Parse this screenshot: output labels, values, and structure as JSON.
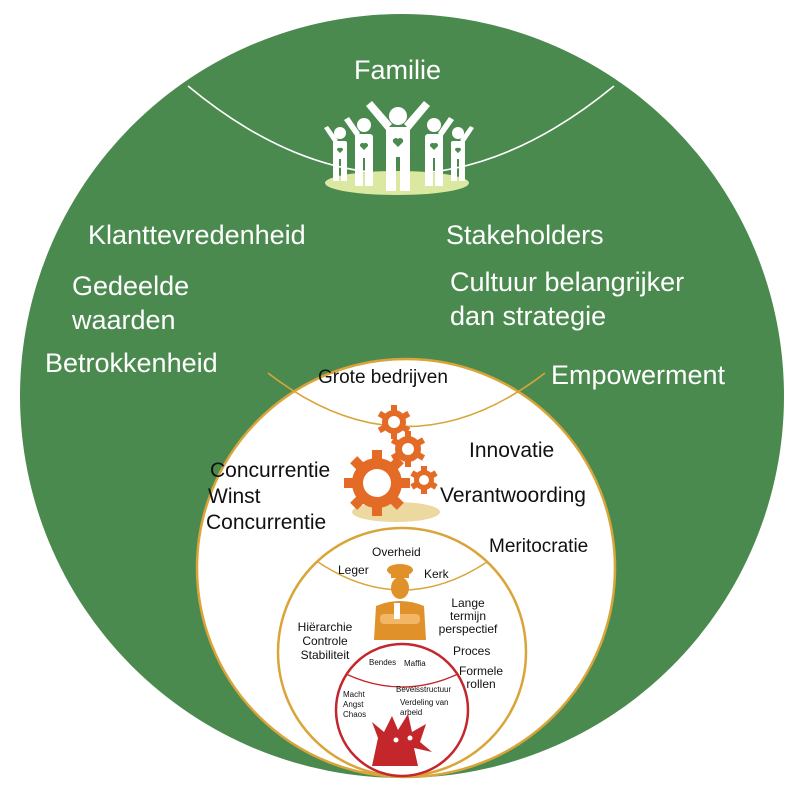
{
  "colors": {
    "outer_green": "#4b8a4f",
    "inner_fill": "#ffffff",
    "gold_ring": "#d9a53a",
    "red_ring": "#c3262b",
    "gear_orange": "#e36b25",
    "base_yellow": "#dbe8a2",
    "person_gold": "#e0912a"
  },
  "outer": {
    "title": "Familie",
    "left_items": [
      "Klanttevredenheid",
      "Gedeelde",
      "waarden",
      "Betrokkenheid"
    ],
    "right_items": [
      "Stakeholders",
      "Cultuur belangrijker",
      "dan strategie",
      "Empowerment"
    ],
    "icon": "family-icon"
  },
  "middle": {
    "title": "Grote bedrijven",
    "left_items": [
      "Concurrentie",
      "Winst",
      "Concurrentie"
    ],
    "right_items": [
      "Innovatie",
      "Verantwoording",
      "Meritocratie"
    ],
    "icon": "gears-icon"
  },
  "inner": {
    "title": "Overheid",
    "top_left": "Leger",
    "top_right": "Kerk",
    "left_items": [
      "Hiërarchie",
      "Controle",
      "Stabiliteit"
    ],
    "right_items": [
      "Lange",
      "termijn",
      "perspectief",
      "Proces",
      "Formele",
      "rollen"
    ],
    "icon": "officer-icon"
  },
  "core": {
    "top_left": "Bendes",
    "top_right": "Maffia",
    "left_items": [
      "Macht",
      "Angst",
      "Chaos"
    ],
    "right_items": [
      "Bevelsstructuur",
      "Verdeling van",
      "arbeid"
    ],
    "icon": "wolf-icon"
  }
}
